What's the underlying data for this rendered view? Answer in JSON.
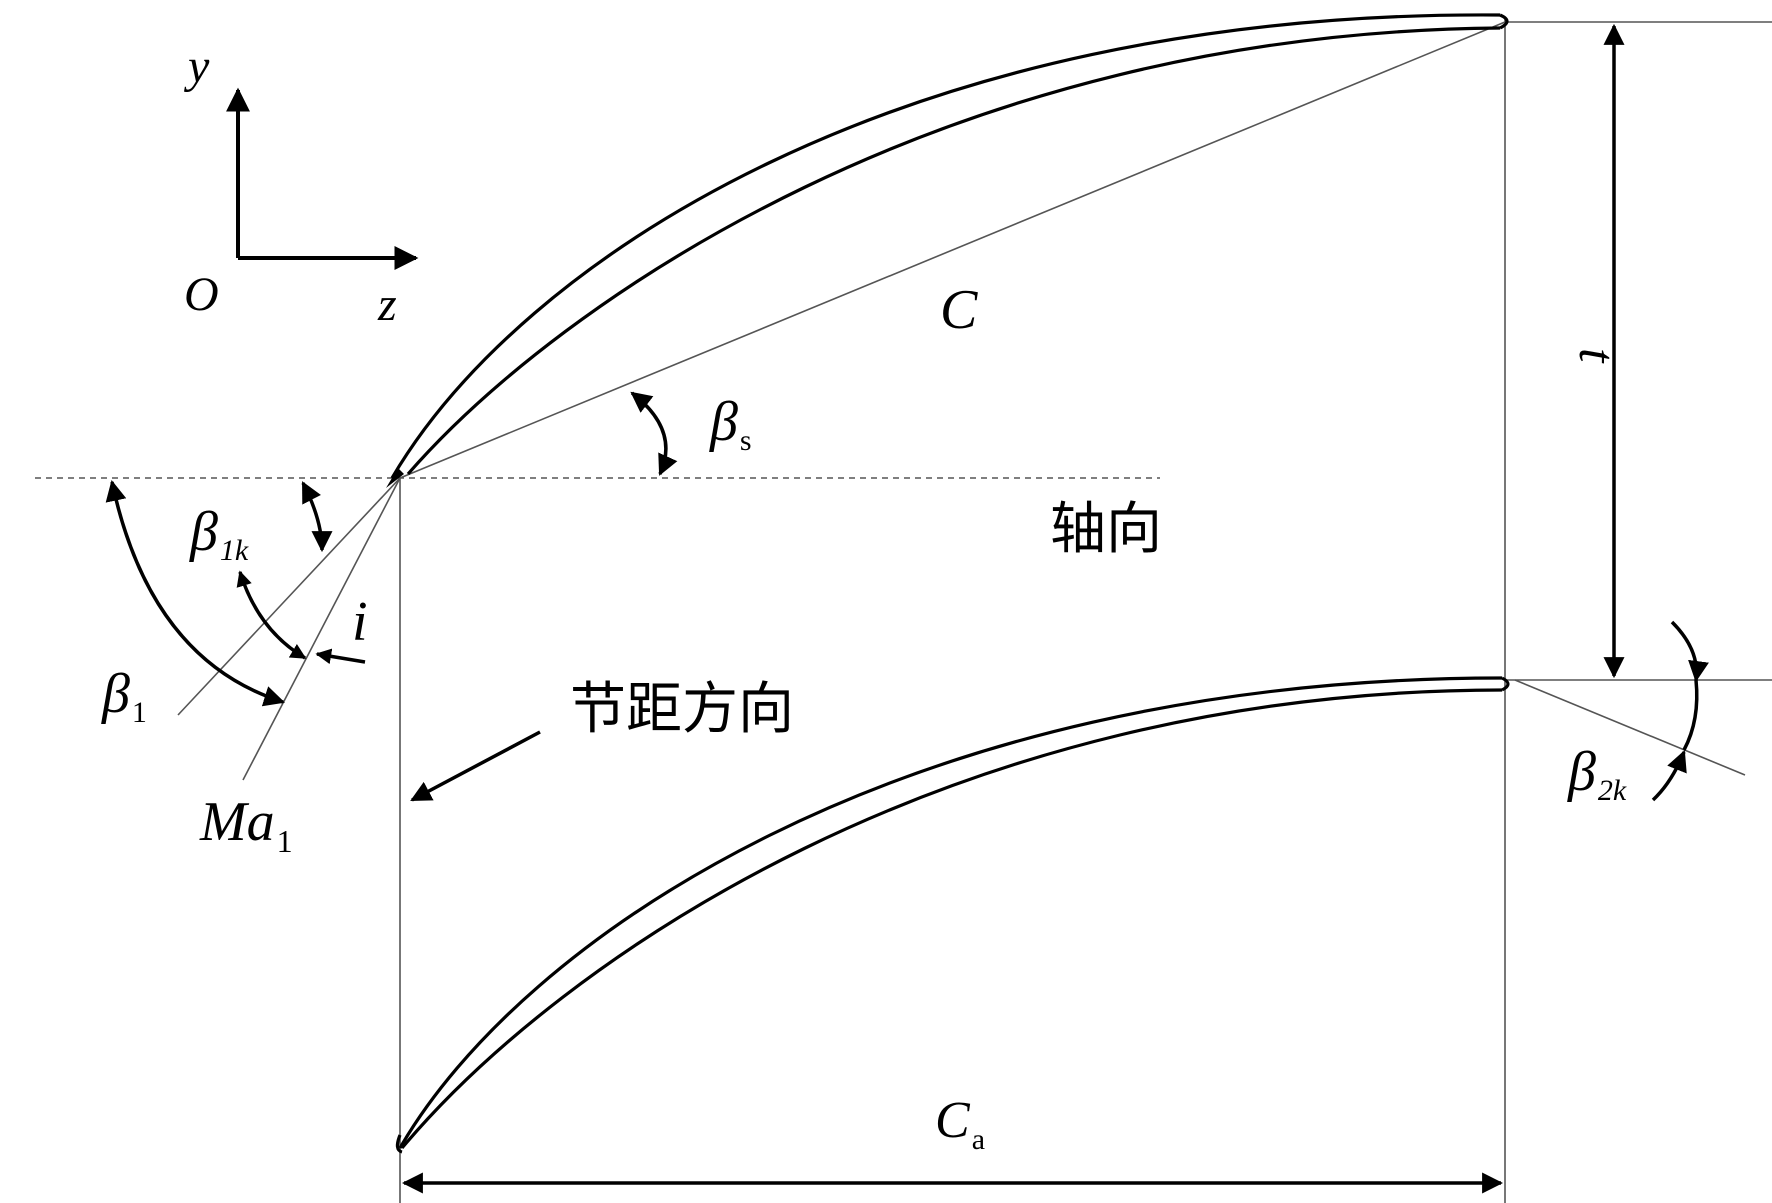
{
  "coord": {
    "y_label": "y",
    "origin_label": "O",
    "z_label": "z"
  },
  "labels": {
    "chord": "C",
    "pitch": "t",
    "stagger_beta": "β",
    "stagger_sub": "s",
    "axial_dir": "轴向",
    "beta1k_beta": "β",
    "beta1k_sub": "1k",
    "incidence": "i",
    "beta1_beta": "β",
    "beta1_sub": "1",
    "mach_main": "Ma",
    "mach_sub": "1",
    "pitch_dir": "节距方向",
    "beta2k_beta": "β",
    "beta2k_sub": "2k",
    "axial_chord": "C",
    "axial_chord_sub": "a"
  }
}
